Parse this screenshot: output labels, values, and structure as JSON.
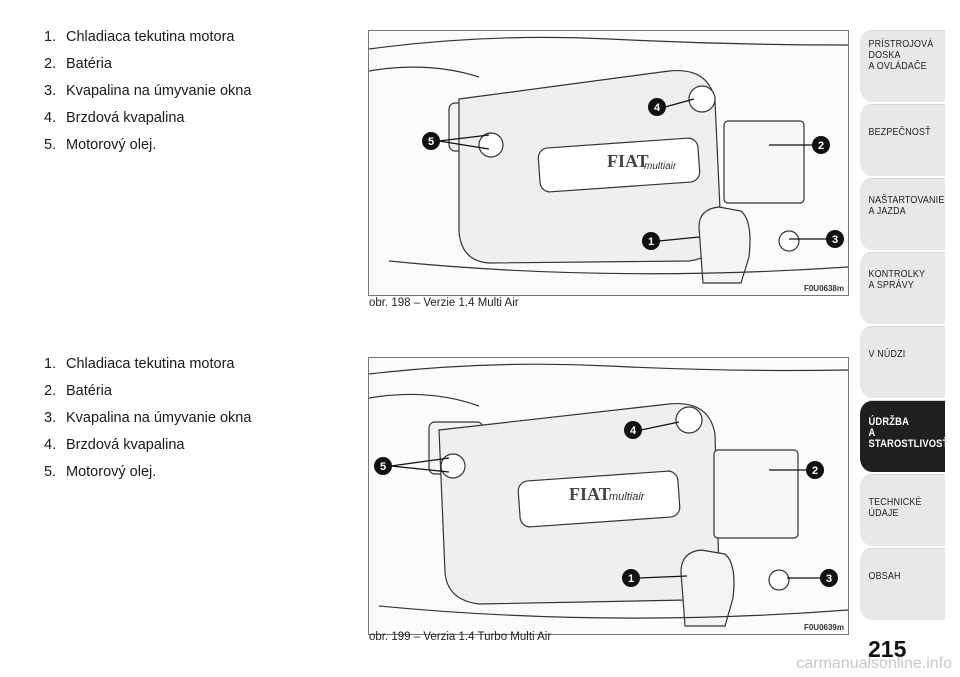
{
  "sections": [
    {
      "list": [
        {
          "num": "1.",
          "text": "Chladiaca tekutina motora"
        },
        {
          "num": "2.",
          "text": "Batéria"
        },
        {
          "num": "3.",
          "text": "Kvapalina na úmyvanie okna"
        },
        {
          "num": "4.",
          "text": "Brzdová kvapalina"
        },
        {
          "num": "5.",
          "text": "Motorový olej."
        }
      ],
      "figure": {
        "code": "F0U0638m",
        "caption": "obr. 198 – Verzie 1.4 Multi Air"
      }
    },
    {
      "list": [
        {
          "num": "1.",
          "text": "Chladiaca tekutina motora"
        },
        {
          "num": "2.",
          "text": "Batéria"
        },
        {
          "num": "3.",
          "text": "Kvapalina na úmyvanie okna"
        },
        {
          "num": "4.",
          "text": "Brzdová kvapalina"
        },
        {
          "num": "5.",
          "text": "Motorový olej."
        }
      ],
      "figure": {
        "code": "F0U0639m",
        "caption": "obr. 199 – Verzia 1.4 Turbo Multi Air"
      }
    }
  ],
  "engine": {
    "brand": "FIAT",
    "model": "multiair",
    "callouts": [
      "1",
      "2",
      "3",
      "4",
      "5"
    ]
  },
  "tabs": [
    "PRÍSTROJOVÁ\nDOSKA\nA OVLÁDAČE",
    "BEZPEČNOSŤ",
    "NAŠTARTOVANIE\n A JAZDA",
    "KONTROLKY\nA SPRÁVY",
    "V NÚDZI",
    "ÚDRŽBA\nA STAROSTLIVOSŤ",
    "TECHNICKÉ ÚDAJE",
    "OBSAH"
  ],
  "active_tab": 5,
  "page_number": "215",
  "watermark": "carmanualsonline.info"
}
